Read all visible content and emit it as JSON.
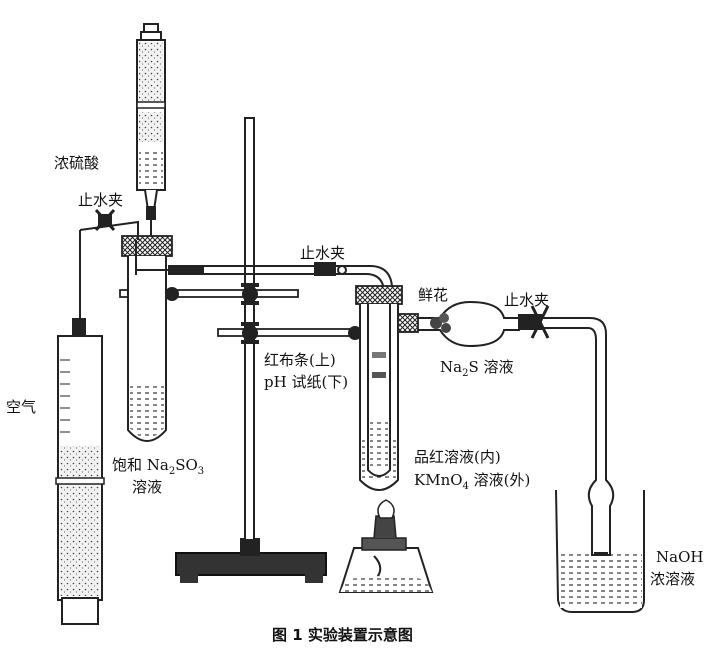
{
  "labels": {
    "conc_sulfuric": "浓硫酸",
    "clamp_left": "止水夹",
    "clamp_mid": "止水夹",
    "clamp_right": "止水夹",
    "air": "空气",
    "sat_na2so3_line1_a": "饱和 Na",
    "sat_na2so3_sub2": "2",
    "sat_na2so3_so": "SO",
    "sat_na2so3_sub3": "3",
    "sat_na2so3_line2": "溶液",
    "red_cloth": "红布条(上)",
    "ph_paper": "pH 试纸(下)",
    "flower": "鲜花",
    "na2s_a": "Na",
    "na2s_sub": "2",
    "na2s_b": "S 溶液",
    "pinhong": "品红溶液(内)",
    "kmno4_a": "KMnO",
    "kmno4_sub": "4",
    "kmno4_b": " 溶液(外)",
    "naoh_line1": "NaOH",
    "naoh_line2": "浓溶液"
  },
  "caption": "图 1   实验装置示意图"
}
